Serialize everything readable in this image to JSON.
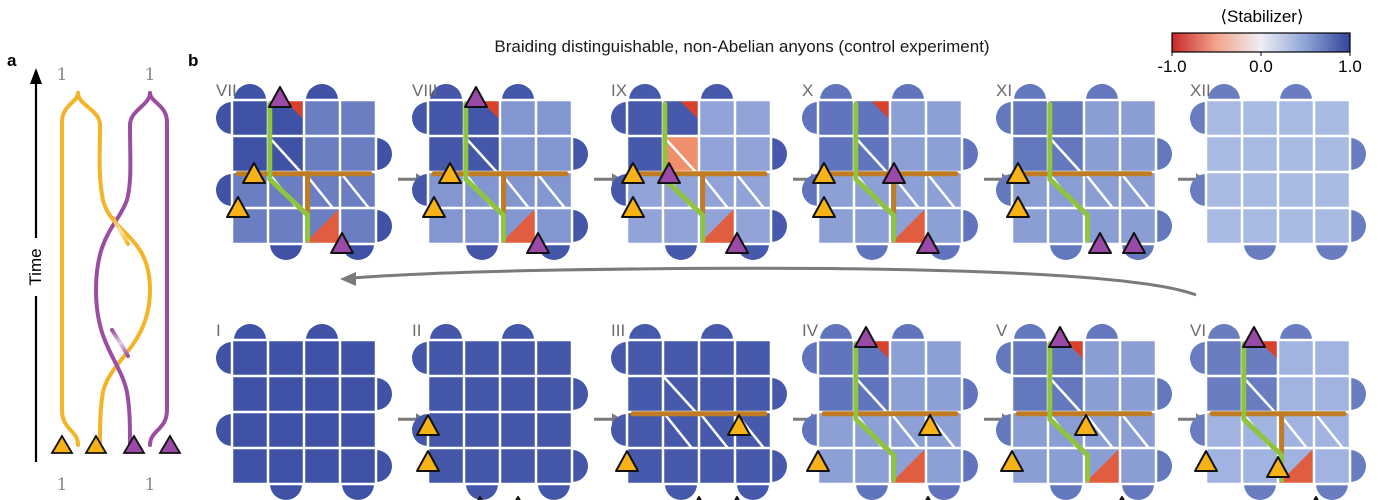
{
  "panel_a": {
    "letter": "a",
    "time_label": "Time",
    "top_labels": [
      "1",
      "1"
    ],
    "bottom_labels": [
      "1",
      "1"
    ],
    "colors": {
      "yellow": "#f3b427",
      "purple": "#9b4ea1"
    }
  },
  "panel_b": {
    "letter": "b",
    "title": "Braiding distinguishable, non-Abelian anyons (control experiment)",
    "colorbar": {
      "label": "⟨Stabilizer⟩",
      "ticks": [
        "-1.0",
        "0.0",
        "1.0"
      ],
      "colors": {
        "low": "#d12f27",
        "mid": "#f3eef0",
        "high": "#37489b"
      }
    },
    "colors": {
      "anyon_yellow": "#f7b217",
      "anyon_purple": "#9a4aa6",
      "string_green": "#8ec43f",
      "string_orange": "#c07c24",
      "plaquette_strong": "#3c4fa5",
      "plaquette_mid": "#6379bf",
      "plaquette_faint": "#9fb1de",
      "plaquette_red": "#d9412c"
    },
    "frames": [
      {
        "label": "I"
      },
      {
        "label": "II"
      },
      {
        "label": "III"
      },
      {
        "label": "IV"
      },
      {
        "label": "V"
      },
      {
        "label": "VI"
      },
      {
        "label": "VII"
      },
      {
        "label": "VIII"
      },
      {
        "label": "IX"
      },
      {
        "label": "X"
      },
      {
        "label": "XI"
      },
      {
        "label": "XII"
      }
    ]
  }
}
